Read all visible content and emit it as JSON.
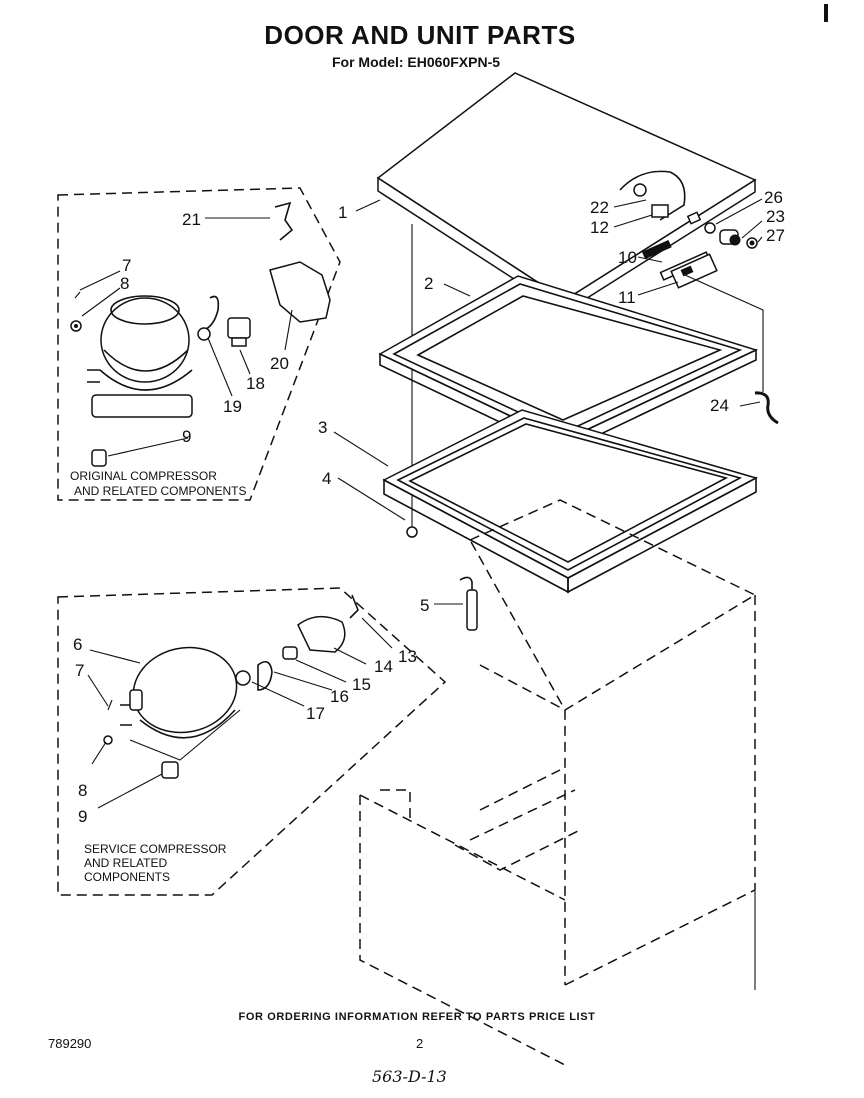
{
  "header": {
    "title": "DOOR AND UNIT PARTS",
    "model_line": "For Model: EH060FXPN-5"
  },
  "callouts": {
    "c1": "1",
    "c2": "2",
    "c3": "3",
    "c4": "4",
    "c5": "5",
    "c10": "10",
    "c11": "11",
    "c12": "12",
    "c22": "22",
    "c23": "23",
    "c24": "24",
    "c26": "26",
    "c27": "27",
    "orig_21": "21",
    "orig_7": "7",
    "orig_8": "8",
    "orig_9": "9",
    "orig_18": "18",
    "orig_19": "19",
    "orig_20": "20",
    "svc_6": "6",
    "svc_7": "7",
    "svc_8": "8",
    "svc_9": "9",
    "svc_13": "13",
    "svc_14": "14",
    "svc_15": "15",
    "svc_16": "16",
    "svc_17": "17"
  },
  "groups": {
    "original": {
      "line1": "ORIGINAL COMPRESSOR",
      "line2": "AND RELATED COMPONENTS"
    },
    "service": {
      "line1": "SERVICE COMPRESSOR",
      "line2": "AND RELATED",
      "line3": "COMPONENTS"
    }
  },
  "footer": {
    "ordering_note": "FOR ORDERING INFORMATION REFER TO PARTS PRICE LIST",
    "doc_number": "789290",
    "page_number": "2",
    "handwritten_code": "563-D-13"
  }
}
